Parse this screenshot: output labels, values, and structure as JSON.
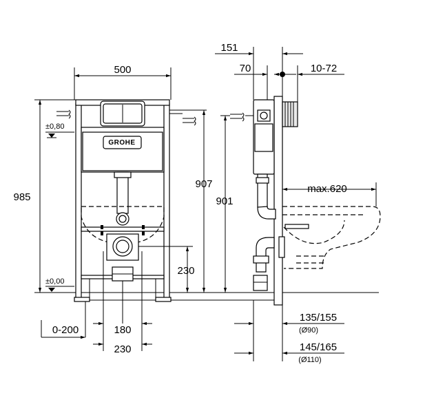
{
  "brand": {
    "logo_text": "GROHE"
  },
  "front_view": {
    "width": "500",
    "height": "985",
    "level_upper": "±0,80",
    "level_floor": "±0,00",
    "drain_height": "230",
    "offset_range": "0-200",
    "drain_spacing_1": "180",
    "drain_spacing_2": "230"
  },
  "side_view": {
    "depth_151": "151",
    "depth_70": "70",
    "wall_range": "10-72",
    "height_907": "907",
    "height_901": "901",
    "max_projection": "max.620",
    "pipe_1": "135/155",
    "pipe_1_diameter": "(Ø90)",
    "pipe_2": "145/165",
    "pipe_2_diameter": "(Ø110)"
  }
}
